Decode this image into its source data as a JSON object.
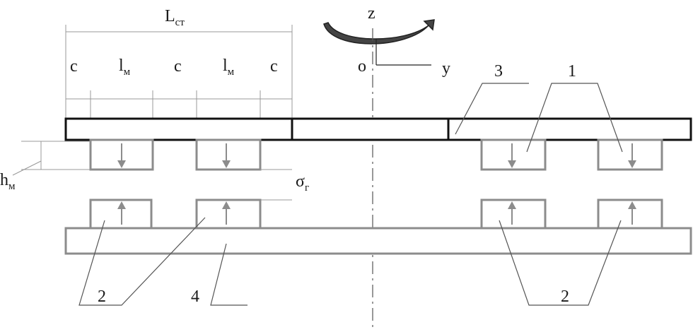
{
  "axes": {
    "z": "z",
    "o": "o",
    "y": "y"
  },
  "dimension": {
    "length_main": "L",
    "length_sub": "ст",
    "c1": "c",
    "lm1_main": "l",
    "lm1_sub": "м",
    "c2": "c",
    "lm2_main": "l",
    "lm2_sub": "м",
    "c3": "c"
  },
  "labels": {
    "hm_main": "h",
    "hm_sub": "м",
    "sigma_main": "σ",
    "sigma_sub": "г",
    "callout_3": "3",
    "callout_1": "1",
    "callout_2_left": "2",
    "callout_4": "4",
    "callout_2_right": "2"
  },
  "colors": {
    "outline": "#111111",
    "magnet": "#8c8c8c",
    "text": "#1a1a1a"
  }
}
